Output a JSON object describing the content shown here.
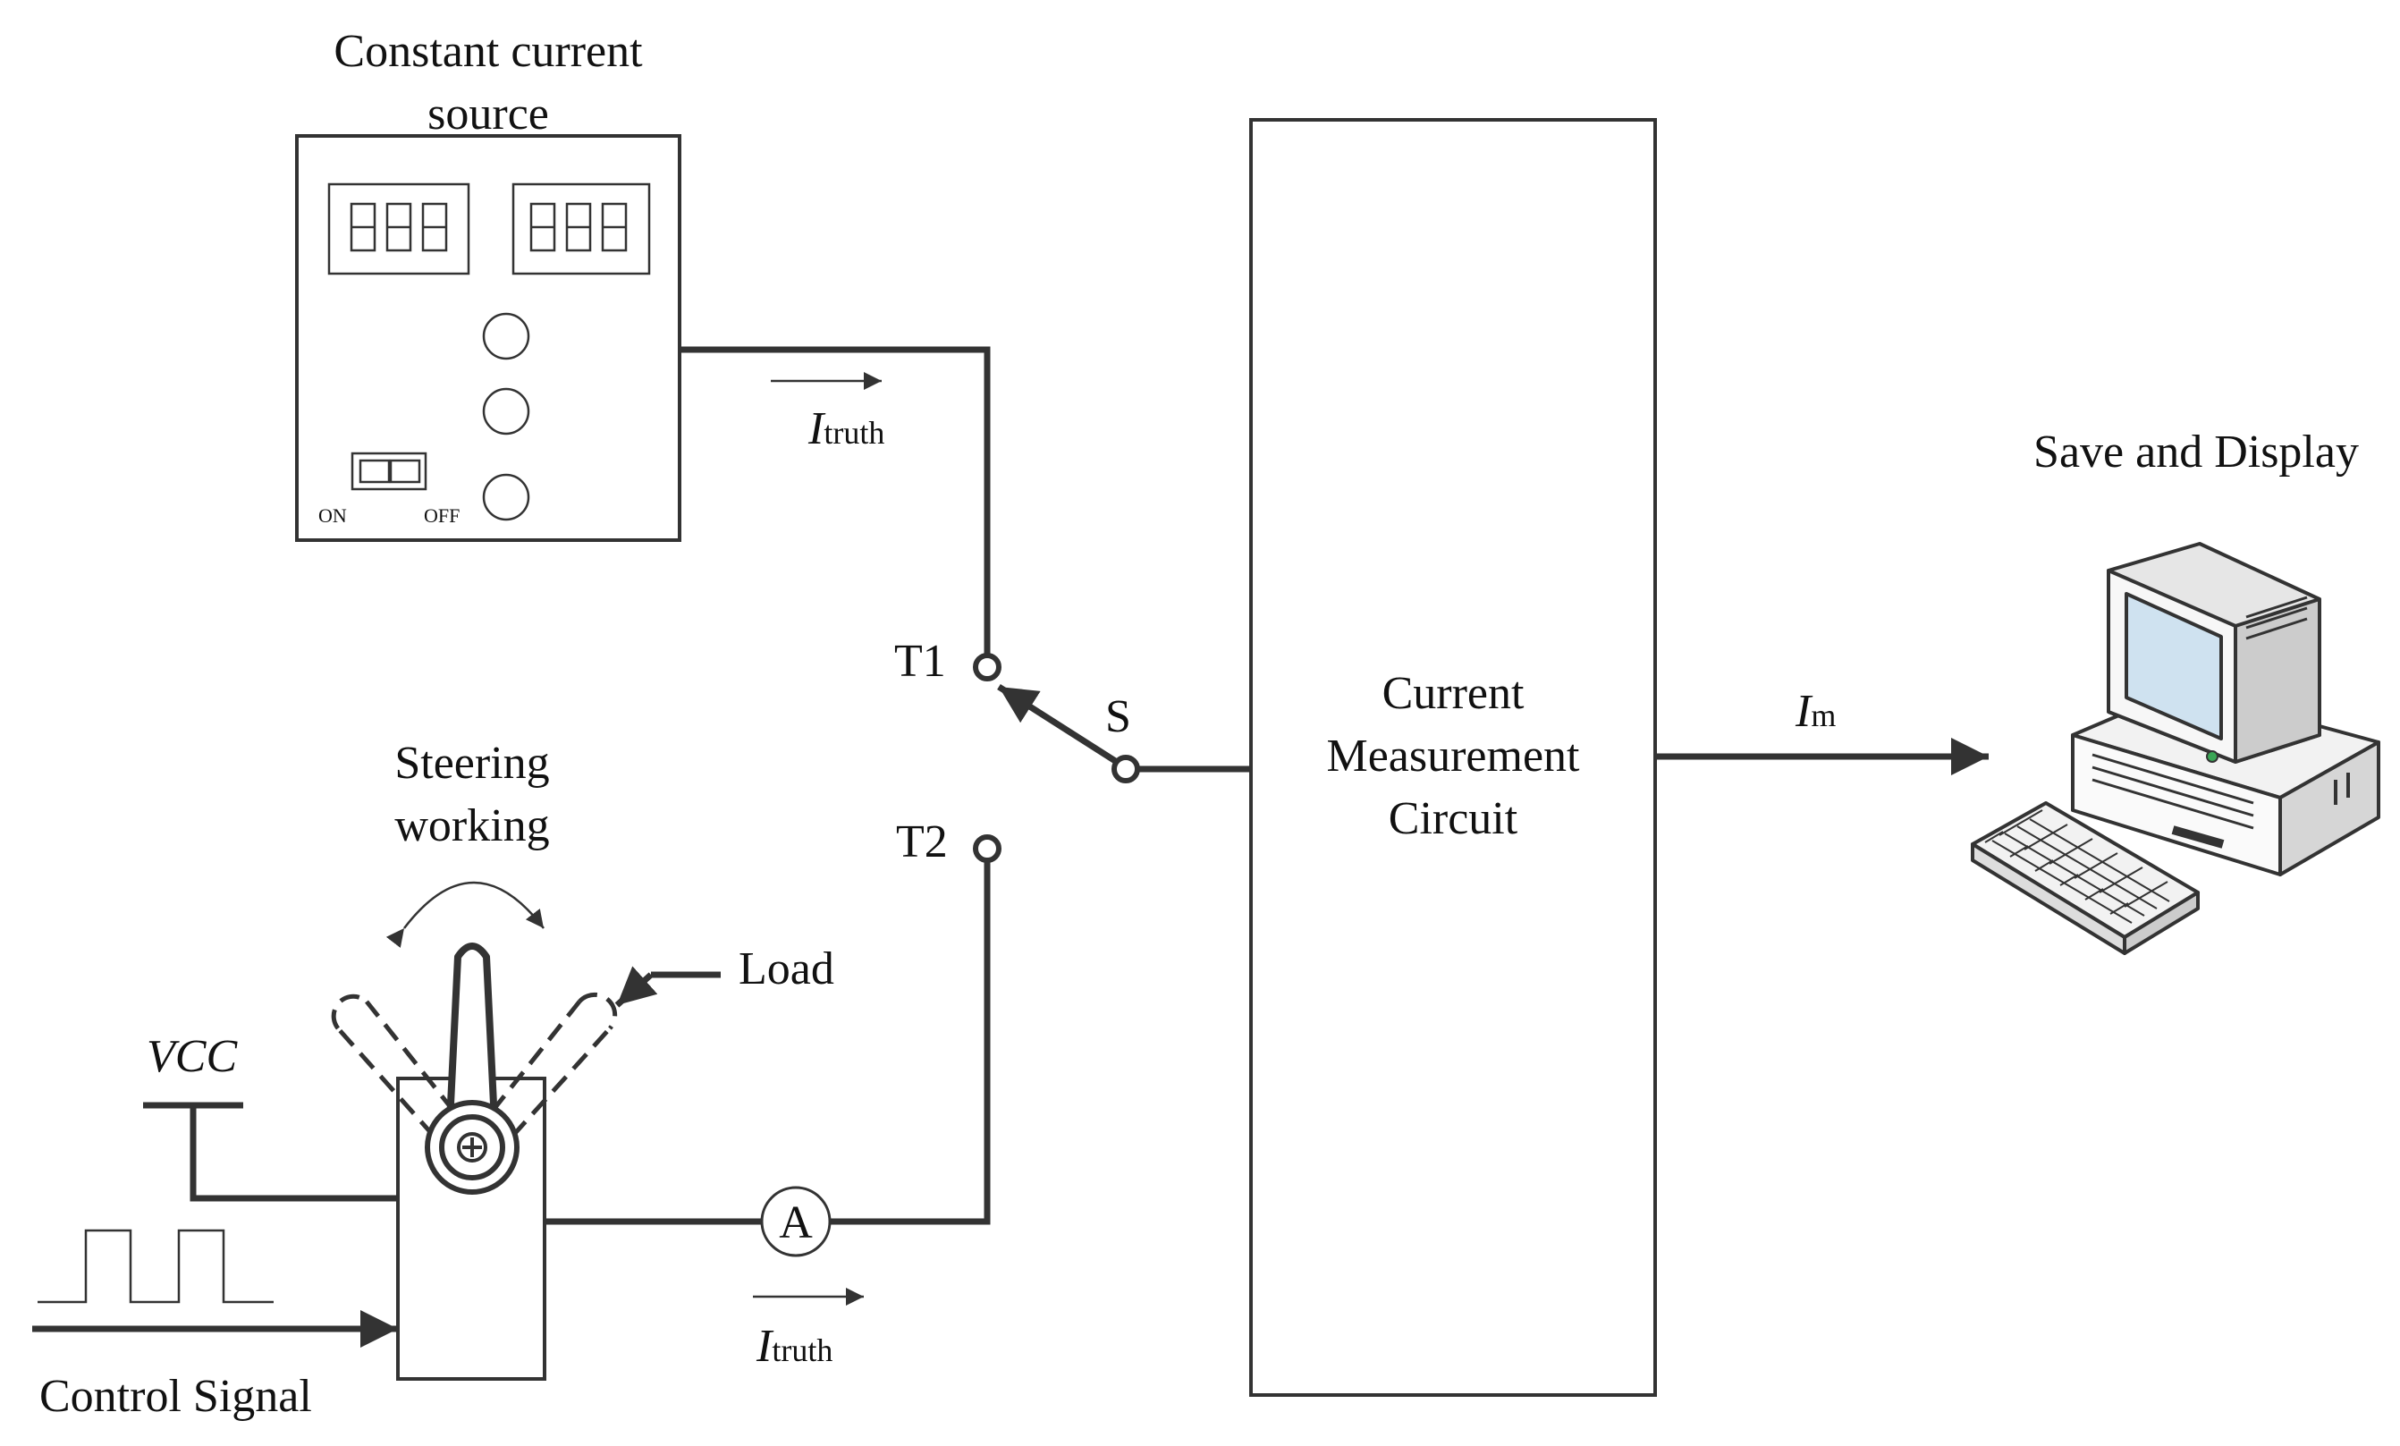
{
  "labels": {
    "constant_current_source_line1": "Constant current",
    "constant_current_source_line2": "source",
    "on": "ON",
    "off": "OFF",
    "itruth_top_main": "I",
    "itruth_top_sub": "truth",
    "itruth_bottom_main": "I",
    "itruth_bottom_sub": "truth",
    "t1": "T1",
    "t2": "T2",
    "s": "S",
    "measurement_line1": "Current",
    "measurement_line2": "Measurement",
    "measurement_line3": "Circuit",
    "im_main": "I",
    "im_sub": "m",
    "save_display": "Save and Display",
    "steering_line1": "Steering",
    "steering_line2": "working",
    "load": "Load",
    "vcc": "VCC",
    "ammeter": "A",
    "control_signal": "Control Signal"
  },
  "colors": {
    "stroke": "#333333",
    "screen": "#cfe2f0",
    "power_led": "#3aa655"
  }
}
